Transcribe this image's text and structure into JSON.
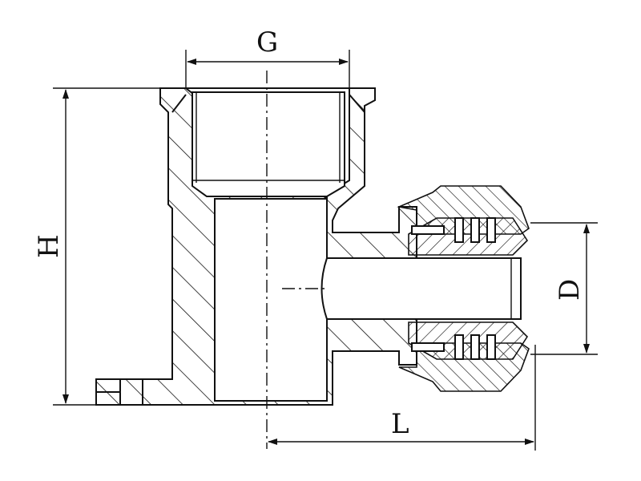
{
  "dimensions": {
    "G": "G",
    "H": "H",
    "D": "D",
    "L": "L"
  }
}
